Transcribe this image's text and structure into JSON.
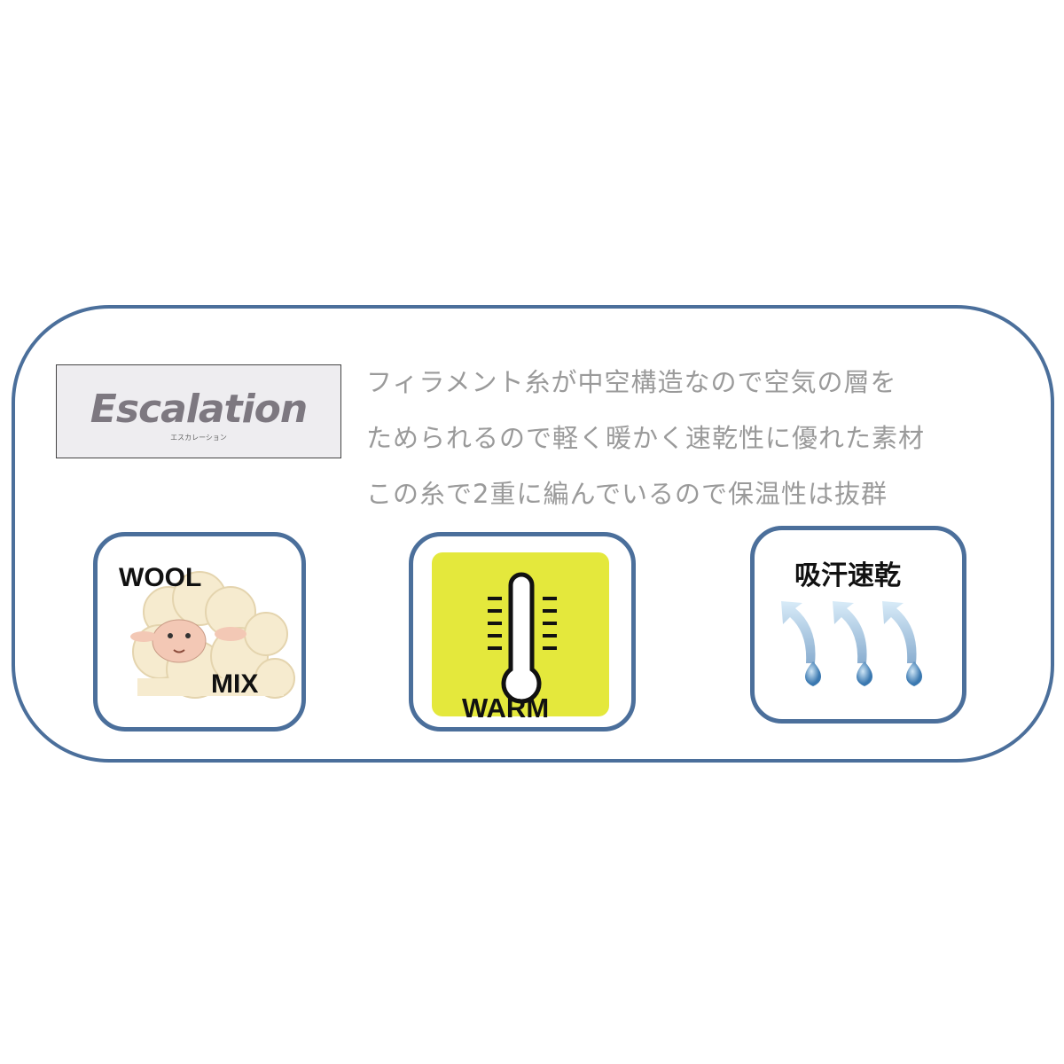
{
  "logo": {
    "brand": "Escalation",
    "brand_kana": "エスカレーション"
  },
  "description": [
    "フィラメント糸が中空構造なので空気の層を",
    "ためられるので軽く暖かく速乾性に優れた素材",
    "この糸で2重に編んでいるので保温性は抜群"
  ],
  "features": [
    {
      "icon": "sheep-icon",
      "label_top": "WOOL",
      "label_bottom": "MIX"
    },
    {
      "icon": "thermometer-icon",
      "label": "WARM",
      "bg_color": "#e4e83c"
    },
    {
      "icon": "water-drops-icon",
      "label": "吸汗速乾"
    }
  ],
  "colors": {
    "frame": "#4b6f9b",
    "text": "#9a9a9a"
  }
}
